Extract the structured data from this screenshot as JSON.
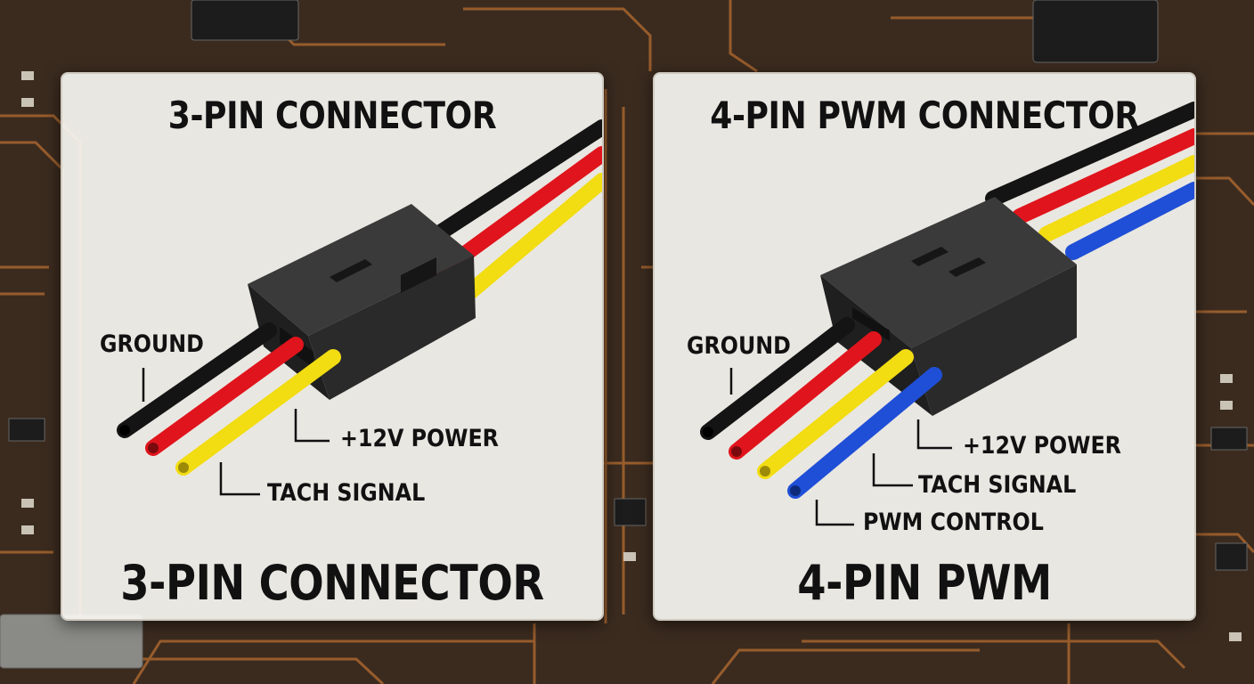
{
  "panels": {
    "three_pin": {
      "title_top": "3-PIN CONNECTOR",
      "title_bottom": "3-PIN CONNECTOR",
      "labels": {
        "ground": "GROUND",
        "power": "+12V POWER",
        "tach": "TACH SIGNAL"
      },
      "wire_colors": [
        "#141414",
        "#e0141c",
        "#f2dc12"
      ]
    },
    "four_pin": {
      "title_top": "4-PIN PWM CONNECTOR",
      "title_bottom": "4-PIN PWM CONNECTOR",
      "labels": {
        "ground": "GROUND",
        "power": "+12V POWER",
        "tach": "TACH SIGNAL",
        "pwm": "PWM CONTROL"
      },
      "wire_colors": [
        "#141414",
        "#e0141c",
        "#f2dc12",
        "#1f4fd6"
      ]
    }
  },
  "colors": {
    "pcb": "#3a2a1e",
    "trace": "#b06a36",
    "connector": "#2b2b2b"
  }
}
